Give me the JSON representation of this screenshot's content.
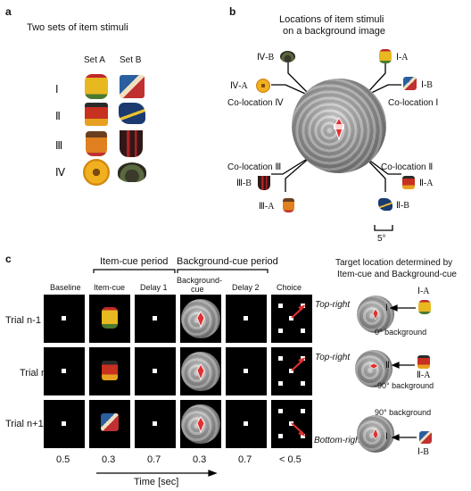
{
  "panel_a": {
    "label": "a",
    "title": "Two sets of item stimuli",
    "set_a": "Set A",
    "set_b": "Set B",
    "rows": [
      "Ⅰ",
      "Ⅱ",
      "Ⅲ",
      "Ⅳ"
    ]
  },
  "panel_b": {
    "label": "b",
    "title_line1": "Locations of item stimuli",
    "title_line2": "on a background image",
    "items": {
      "ivb": "Ⅳ-B",
      "iva": "Ⅳ-A",
      "ia": "Ⅰ-A",
      "ib": "Ⅰ-B",
      "iiib": "Ⅲ-B",
      "iiia": "Ⅲ-A",
      "iia": "Ⅱ-A",
      "iib": "Ⅱ-B"
    },
    "colocations": {
      "iv": "Co-location Ⅳ",
      "i": "Co-location Ⅰ",
      "iii": "Co-location Ⅲ",
      "ii": "Co-location Ⅱ"
    },
    "scale": "5°"
  },
  "panel_c": {
    "label": "c",
    "item_cue_period": "Item-cue period",
    "background_cue_period": "Background-cue period",
    "columns": [
      "Baseline",
      "Item-cue",
      "Delay 1",
      "Background-",
      "cue",
      "Delay 2",
      "Choice"
    ],
    "trials": [
      "Trial n-1",
      "Trial n",
      "Trial n+1"
    ],
    "directions": [
      "Top-right",
      "Top-right",
      "Bottom-right"
    ],
    "durations": [
      "0.5",
      "0.3",
      "0.7",
      "0.3",
      "0.7",
      "< 0.5"
    ],
    "time_label": "Time [sec]",
    "target_title_line1": "Target location determined by",
    "target_title_line2": "Item-cue and Background-cue",
    "targets": [
      {
        "roman": "Ⅰ",
        "item": "Ⅰ-A",
        "bg": "0° background"
      },
      {
        "roman": "Ⅱ",
        "item": "Ⅱ-A",
        "bg": "-90° background"
      },
      {
        "roman": "Ⅰ",
        "item": "Ⅰ-B",
        "bg": "90° background"
      }
    ]
  },
  "colors": {
    "item_gold": "#e0b020",
    "item_red": "#c0302a",
    "item_blue": "#2a4f8c",
    "item_dark": "#3a2818",
    "arrow_red": "#e03030"
  }
}
